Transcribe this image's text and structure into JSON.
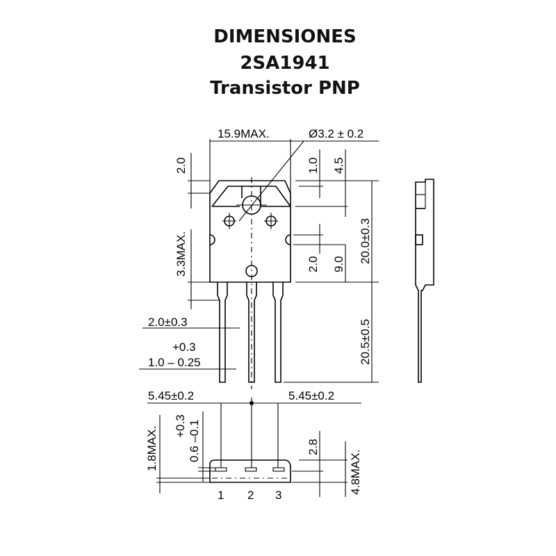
{
  "title": {
    "line1": "DIMENSIONES",
    "line2": "2SA1941",
    "line3": "Transistor PNP"
  },
  "dimensions": {
    "width_max": "15.9MAX.",
    "hole_diameter": "Ø3.2 ± 0.2",
    "tab_top": "2.0",
    "tab_offset": "1.0",
    "hole_offset": "4.5",
    "body_height": "20.0±0.3",
    "lead_shoulder": "3.3MAX.",
    "slot_width": "2.0",
    "slot_height": "9.0",
    "lead_width_upper": "2.0±0.3",
    "lead_width_tol": "+0.3",
    "lead_width_lower": "1.0 – 0.25",
    "lead_length": "20.5±0.5",
    "pitch_left": "5.45±0.2",
    "pitch_right": "5.45±0.2",
    "lead_thickness_max": "1.8MAX.",
    "lead_thickness_tol": "+0.3",
    "lead_thickness": "0.6 –0.1",
    "lead_height": "2.8",
    "body_thickness": "4.8MAX."
  },
  "pins": [
    "1",
    "2",
    "3"
  ]
}
